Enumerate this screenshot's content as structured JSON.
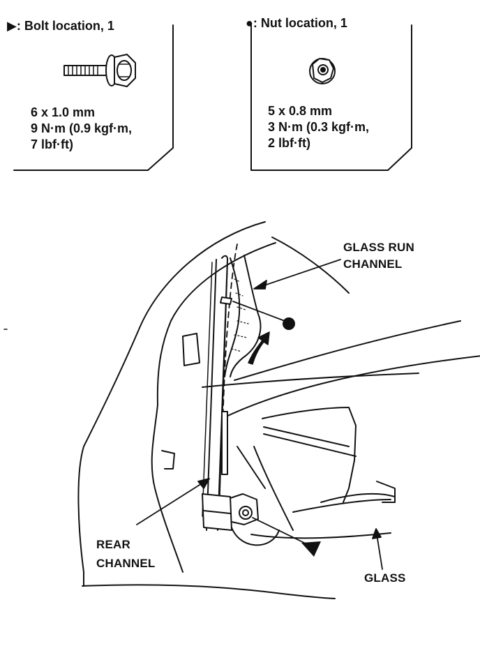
{
  "bolt_panel": {
    "legend_symbol": "triangle",
    "legend": "▶: Bolt location, 1",
    "size": "6 x 1.0 mm",
    "torque_line1": "9 N·m (0.9 kgf·m,",
    "torque_line2": "7 lbf·ft)"
  },
  "nut_panel": {
    "legend_symbol": "dot",
    "legend": "●: Nut location, 1",
    "size": "5 x 0.8 mm",
    "torque_line1": "3 N·m (0.3 kgf·m,",
    "torque_line2": "2 lbf·ft)"
  },
  "callouts": {
    "glass_run_channel_1": "GLASS RUN",
    "glass_run_channel_2": "CHANNEL",
    "rear_channel_1": "REAR",
    "rear_channel_2": "CHANNEL",
    "glass": "GLASS"
  },
  "colors": {
    "ink": "#111111",
    "paper": "#ffffff"
  }
}
